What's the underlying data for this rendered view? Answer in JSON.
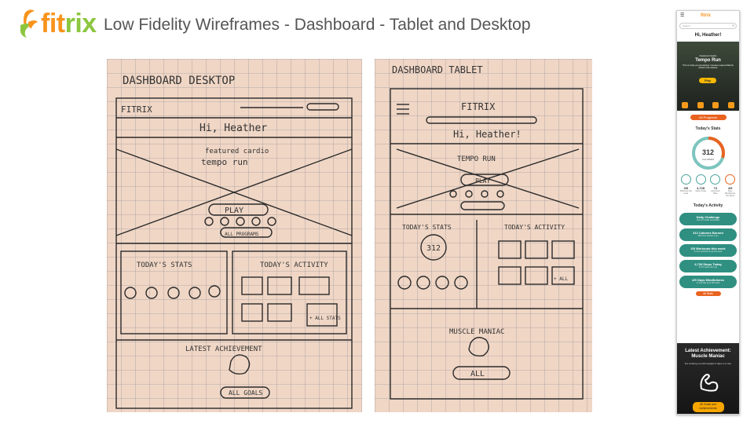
{
  "header": {
    "logo_text": "fitrix",
    "title": "Low Fidelity Wireframes - Dashboard - Tablet and Desktop",
    "colors": {
      "logo_orange": "#f7941d",
      "logo_green": "#8cc63f",
      "title": "#555555"
    }
  },
  "desktop_sketch": {
    "heading": "DASHBOARD DESKTOP",
    "brand": "FITRIX",
    "greeting": "Hi, Heather",
    "featured": "featured cardio",
    "workout": "tempo run",
    "play": "PLAY",
    "all_programs": "ALL PROGRAMS",
    "todays_stats": "TODAY'S STATS",
    "todays_activity": "TODAY'S ACTIVITY",
    "all_stats": "+ ALL STATS",
    "latest": "LATEST ACHIEVEMENT",
    "all_goals": "ALL GOALS"
  },
  "tablet_sketch": {
    "heading": "DASHBOARD TABLET",
    "brand": "FITRIX",
    "greeting": "Hi, Heather!",
    "workout": "TEMPO RUN",
    "play": "PLAY",
    "todays_stats": "TODAY'S STATS",
    "todays_activity": "TODAY'S ACTIVITY",
    "ring_value": "312",
    "all_label": "+ ALL",
    "latest": "MUSCLE MANIAC",
    "all": "ALL"
  },
  "phone": {
    "menu_icon": "hamburger-icon",
    "logo": "fitrix",
    "search_placeholder": "Search",
    "greeting": "Hi, Heather!",
    "hero": {
      "featured": "Featured Cardio",
      "workout": "Tempo Run",
      "description": "This run helps you get stamina, increase a speed while the control of the workout.",
      "play": "Play"
    },
    "all_programs": "All Programs",
    "todays_stats": "Today's Stats",
    "ring": {
      "value": "312",
      "label": "CALORIES",
      "progress": 0.3
    },
    "stats": [
      {
        "value": "3/5",
        "label": "Workouts this week",
        "color": "#4aa39e"
      },
      {
        "value": "4,728",
        "label": "Steps Today",
        "color": "#4aa39e"
      },
      {
        "value": "74",
        "label": "Avg Heart Rate",
        "color": "#4aa39e"
      },
      {
        "value": "4/5",
        "label": "Days Mindfulness this Week",
        "color": "#e9631f"
      }
    ],
    "todays_activity": "Today's Activity",
    "activities": [
      {
        "title": "Daily Challenge",
        "sub": "Get to 5 Goals Completed"
      },
      {
        "title": "312 Calories Burned",
        "sub": "188 more calories to go"
      },
      {
        "title": "3/5 Workouts this week",
        "sub": "2 more workouts to go this week"
      },
      {
        "title": "4,728 Steps Today",
        "sub": "5,272 steps left to go"
      },
      {
        "title": "4/5 Days Mindfulness",
        "sub": "1 more day to go this week"
      }
    ],
    "all_stats": "All Stats",
    "achievement": {
      "title": "Latest Achievement: Muscle Maniac",
      "sub": "For working out with weights 3 days in a row.",
      "icon": "flexed-arm-icon",
      "button": "All Goals and Achievements"
    },
    "colors": {
      "teal": "#2f8f81",
      "orange": "#e9631f",
      "yellow": "#f7b800"
    }
  }
}
